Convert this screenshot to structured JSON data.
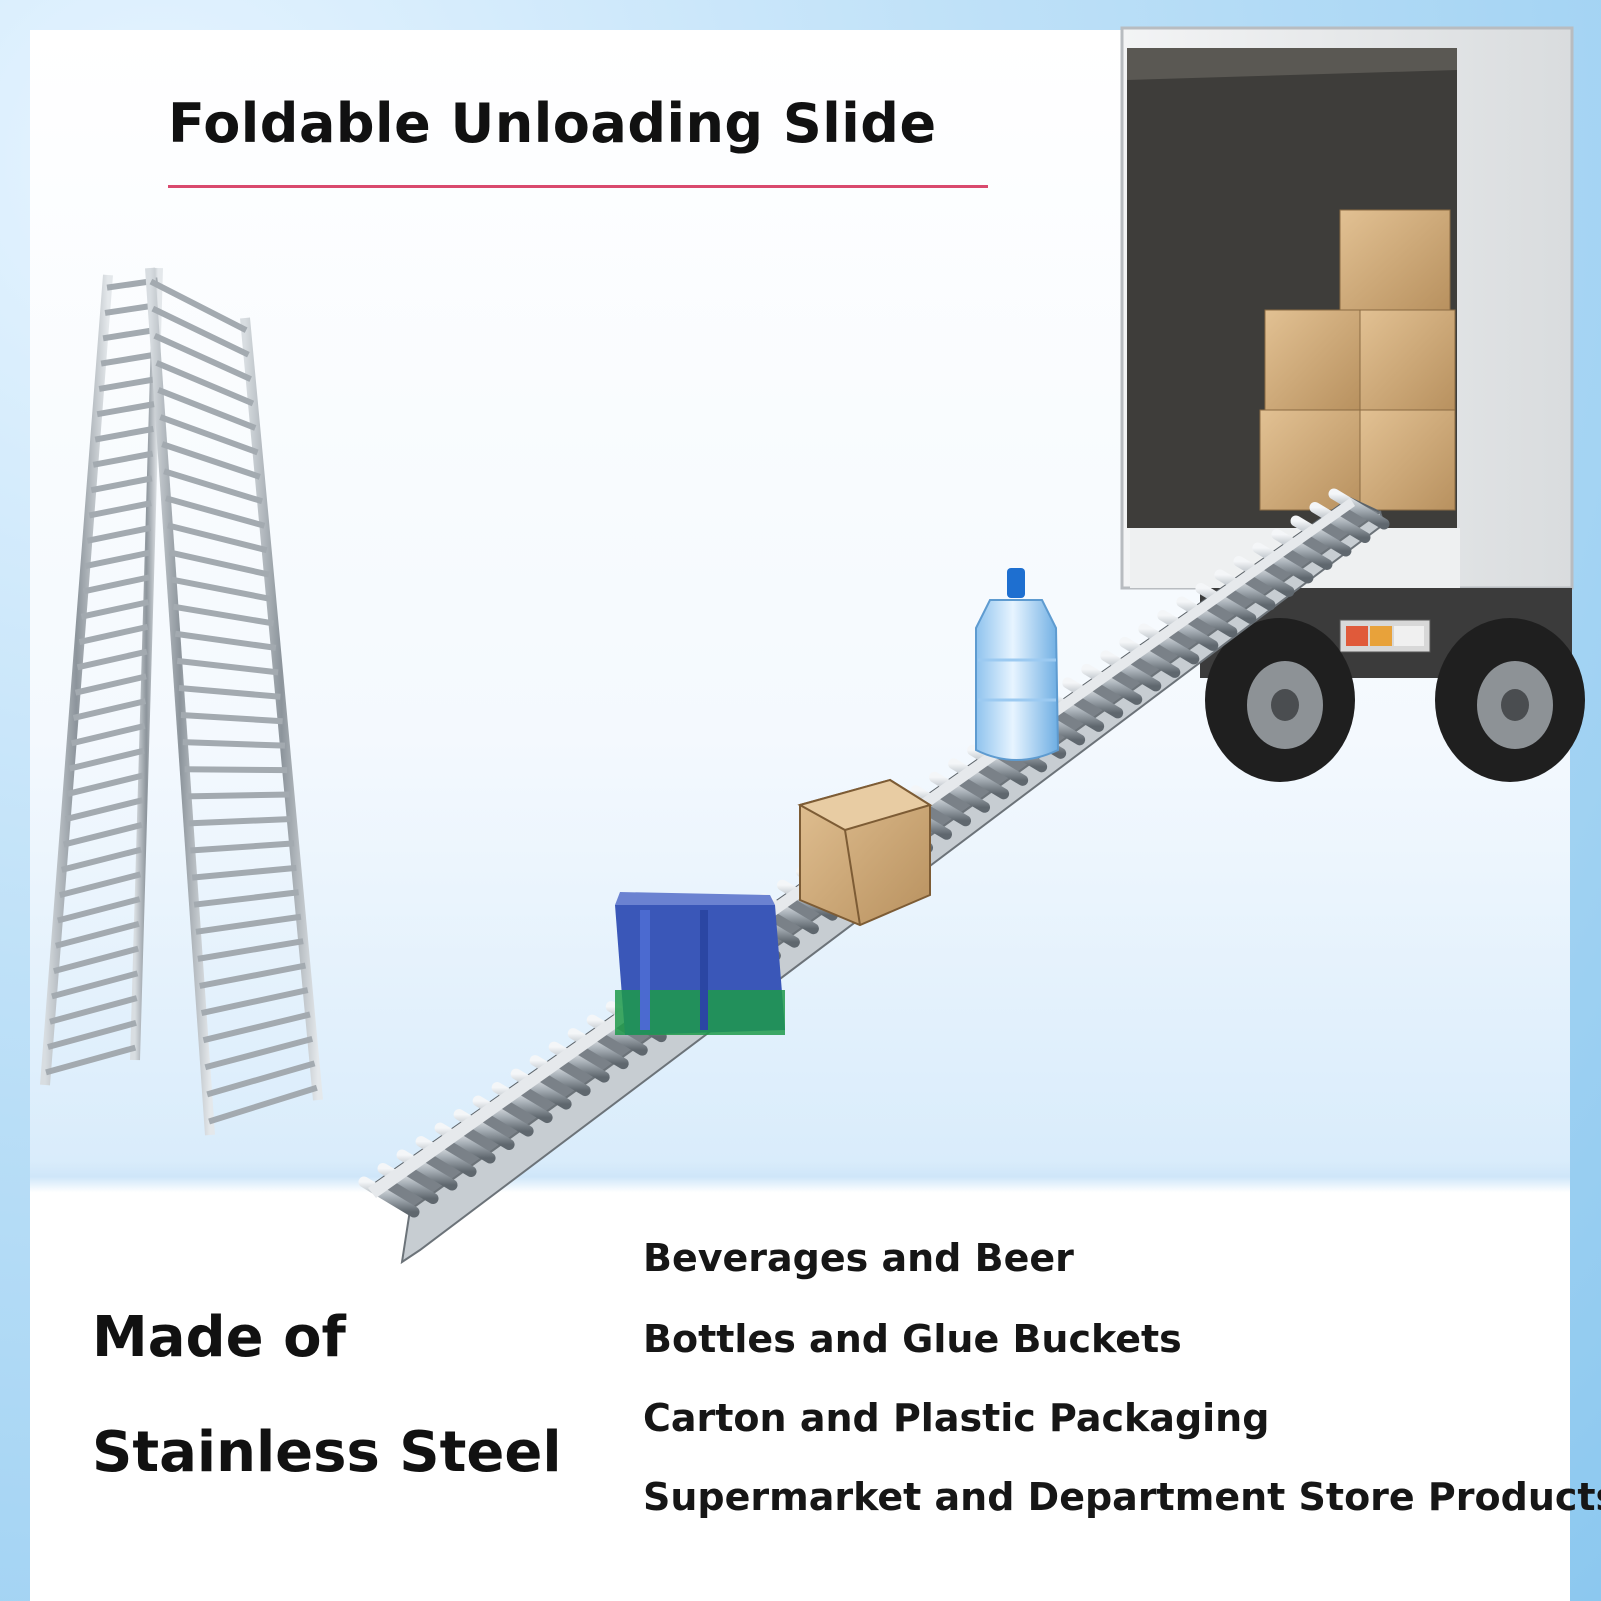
{
  "title": "Foldable Unloading Slide",
  "material": {
    "line1": "Made of",
    "line2": "Stainless Steel"
  },
  "applications": [
    "Beverages and Beer",
    "Bottles and Glue Buckets",
    "Carton and Plastic Packaging",
    "Supermarket and Department Store Products"
  ],
  "colors": {
    "title_rule": "#d94a6e",
    "background": "#bfe1f8",
    "steel": "#b9c0c6"
  }
}
